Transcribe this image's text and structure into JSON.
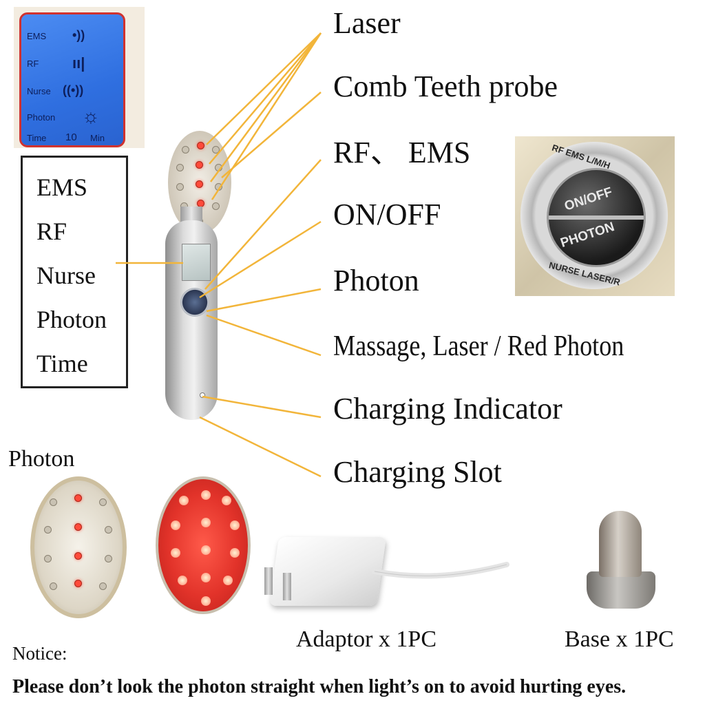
{
  "lcd": {
    "rows": [
      {
        "label": "EMS",
        "symbol": "•))"
      },
      {
        "label": "RF",
        "symbol": "ıı|"
      },
      {
        "label": "Nurse",
        "symbol": "((•))"
      },
      {
        "label": "Photon",
        "symbol": "☼"
      },
      {
        "label": "Time",
        "value": "10",
        "unit": "Min"
      }
    ]
  },
  "modes": [
    "EMS",
    "RF",
    "Nurse",
    "Photon",
    "Time"
  ],
  "callouts": [
    "Laser",
    "Comb Teeth probe",
    "RF、 EMS",
    "ON/OFF",
    "Photon",
    "Massage, Laser / Red Photon",
    "Charging Indicator",
    "Charging Slot"
  ],
  "button_photo": {
    "top_label": "ON/OFF",
    "bottom_label": "PHOTON",
    "ring_top": "RF EMS L/M/H",
    "ring_bottom": "NURSE LASER/R"
  },
  "photon_label": "Photon",
  "adaptor_label": "Adaptor x 1PC",
  "base_label": "Base x 1PC",
  "notice": {
    "title": "Notice:",
    "text": "Please don’t look the photon straight when light’s on to avoid hurting eyes."
  },
  "colors": {
    "leader_line": "#f2b53a",
    "lcd_blue": "#3b7ae8",
    "lcd_border": "#d0322f",
    "photon_red": "#e2332a"
  }
}
